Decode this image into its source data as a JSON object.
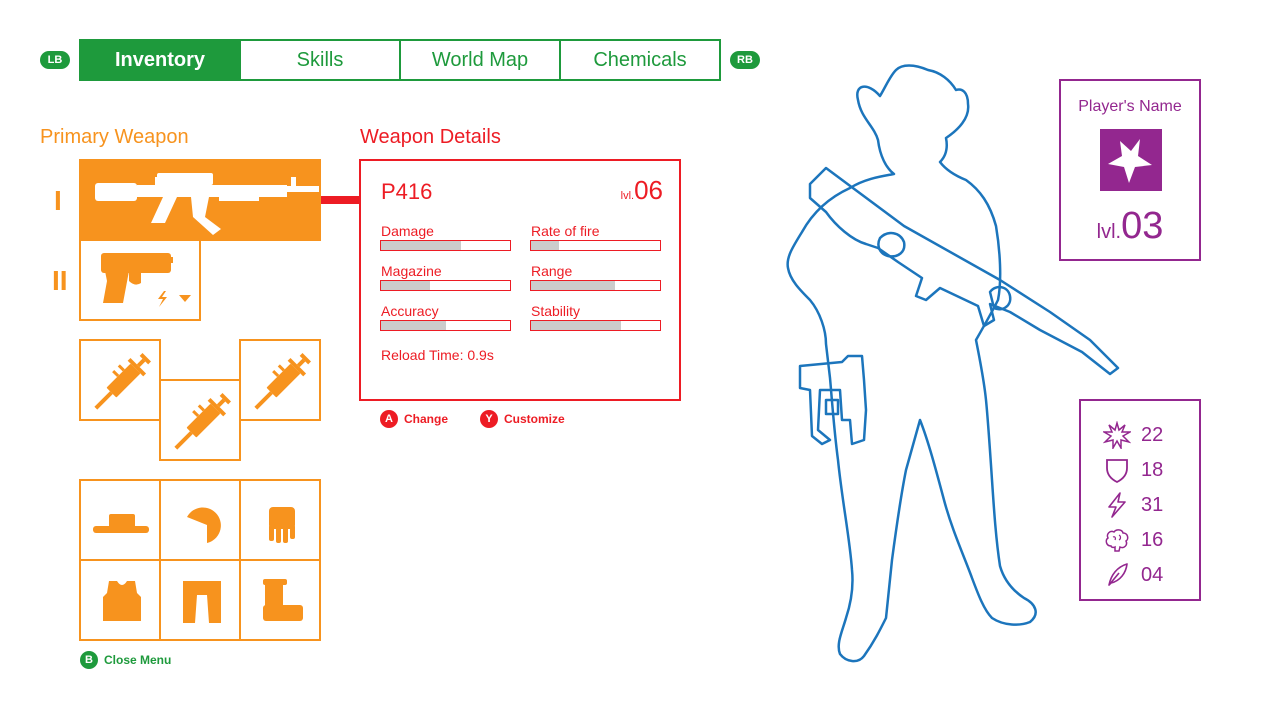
{
  "nav": {
    "lb": "LB",
    "rb": "RB",
    "tabs": [
      {
        "label": "Inventory",
        "active": true
      },
      {
        "label": "Skills",
        "active": false
      },
      {
        "label": "World Map",
        "active": false
      },
      {
        "label": "Chemicals",
        "active": false
      }
    ]
  },
  "inventory": {
    "section_title": "Primary Weapon",
    "slot_labels": [
      "I",
      "II"
    ],
    "close_button": "B",
    "close_label": "Close Menu"
  },
  "details": {
    "section_title": "Weapon Details",
    "weapon_name": "P416",
    "level_prefix": "lvl.",
    "level": "06",
    "stats": [
      {
        "label": "Damage",
        "value": 0.62
      },
      {
        "label": "Rate of fire",
        "value": 0.22
      },
      {
        "label": "Magazine",
        "value": 0.38
      },
      {
        "label": "Range",
        "value": 0.65
      },
      {
        "label": "Accuracy",
        "value": 0.5
      },
      {
        "label": "Stability",
        "value": 0.7
      }
    ],
    "reload_label": "Reload Time: 0.9s",
    "change_button": "A",
    "change_label": "Change",
    "customize_button": "Y",
    "customize_label": "Customize"
  },
  "player": {
    "name": "Player's Name",
    "level_prefix": "lvl.",
    "level": "03"
  },
  "attributes": [
    {
      "icon": "burst-icon",
      "value": "22"
    },
    {
      "icon": "shield-icon",
      "value": "18"
    },
    {
      "icon": "lightning-icon",
      "value": "31"
    },
    {
      "icon": "brain-icon",
      "value": "16"
    },
    {
      "icon": "feather-icon",
      "value": "04"
    }
  ],
  "colors": {
    "green": "#1e9a3c",
    "orange": "#f7931e",
    "red": "#ed1c24",
    "purple": "#93278f",
    "blue": "#1c75bc"
  }
}
